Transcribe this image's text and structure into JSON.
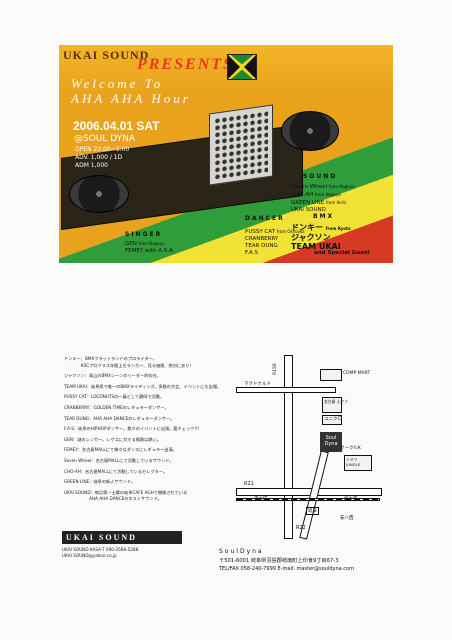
{
  "flyer": {
    "brand": "UKAI SOUND",
    "presents": "PRESENTS",
    "welcome": "Welcome To",
    "event_name": "AHA AHA Hour",
    "date": "2006.04.01 SAT",
    "venue": "@SOUL DYNA",
    "open": "OPEN 22:00~5:00",
    "adv": "ADV. 1,000 / 1D",
    "adm": "ADM 1,000",
    "sound_title": "SOUND",
    "sound": [
      {
        "name": "Seven Wheel",
        "from": "from Nagoya"
      },
      {
        "name": "CHO-AH",
        "from": "from Nagoya"
      },
      {
        "name": "GREEN LINE",
        "from": "from Aichi"
      },
      {
        "name": "UKAI SOUND",
        "from": ""
      }
    ],
    "bmx_title": "BMX",
    "bmx": [
      "ドンキー",
      "ジャクソン",
      "TEAM UKAI"
    ],
    "bmx_from": "from Kyoto",
    "dancer_title": "DANCER",
    "dancer": [
      {
        "name": "PUSSY CAT",
        "from": "from Okinawa"
      },
      {
        "name": "CRANBERRY",
        "from": ""
      },
      {
        "name": "TEAR DUNG",
        "from": ""
      },
      {
        "name": "F.A.S",
        "from": ""
      }
    ],
    "singer_title": "SINGER",
    "singer": [
      {
        "name": "GEN",
        "from": "from Nagoya"
      },
      {
        "name": "FEMEY with A.S.A.",
        "from": ""
      }
    ],
    "guest": "and Special Guest"
  },
  "notes": [
    "ドンキー：BMXフラットランドのプロライダー。",
    "　　　　KSCプロクラス年間上位ランカー、見る価値、絶対にあり！",
    "ジャクソン：高山のBMXシーンのリーダー的存在。",
    "TEAM UKAI：岐阜県で唯一のBMXライディング。多数の大会、イベントにも出場。",
    "PUSSY CAT：LOCONUTSの一員として静岡で活動。",
    "CRANBERRY：GOLDEN TIMEのレギュラーダンサー。",
    "TEAR DUNG：AHA AHA DANCEのレギュラーダンサー。",
    "F.A.S：岐阜のHIPHOPダンサー。数々のイベントに出演。要チェック!!!",
    "GEN：謎のシンガー。レゲエに対する情熱は熱い。",
    "FEMEY：名古屋MALLにて様々なダンスにレギュラー出演。",
    "Seven Wheel：名古屋MALLにて活動しているサウンド。",
    "CHO-AH：名古屋MALLにて活動しているセレクター。",
    "GREEN LINE：岐阜の新人サウンド。",
    "UKAI SOUND：毎月第一土曜の岐阜CAFE AGHで開催されている",
    "　　　　　　AHA AHA DANCEのホストサウンド。"
  ],
  "map": {
    "r156": "R156",
    "r21": "R21",
    "r22": "R22",
    "mcdonalds": "マクドナルド",
    "comp_mart": "COMP MART",
    "drug": "名古屋 ふぞう",
    "uniqlo": "ユニクロ",
    "shimachu": "シマツ JUNGLE",
    "circle_k": "サークルK",
    "junction_1": "東大田",
    "junction_2": "岐大東",
    "junction_3": "安八西",
    "station": "岐阜",
    "soul_dyna": "Soul Dyna",
    "north": "▲"
  },
  "footer": {
    "logo": "UKAI SOUND",
    "contact_1": "UKAI SOUND KASA-T 090-3568-5288",
    "contact_2": "UKAI SOUND@yahoo.co.jp",
    "club_name": "SoulDyna",
    "address": "〒501-6001 岐阜県羽島郡岐南町上印食9丁目67-3",
    "tel": "TEL/FAX 058-240-7999  E-mail: master@souldyna.com"
  }
}
